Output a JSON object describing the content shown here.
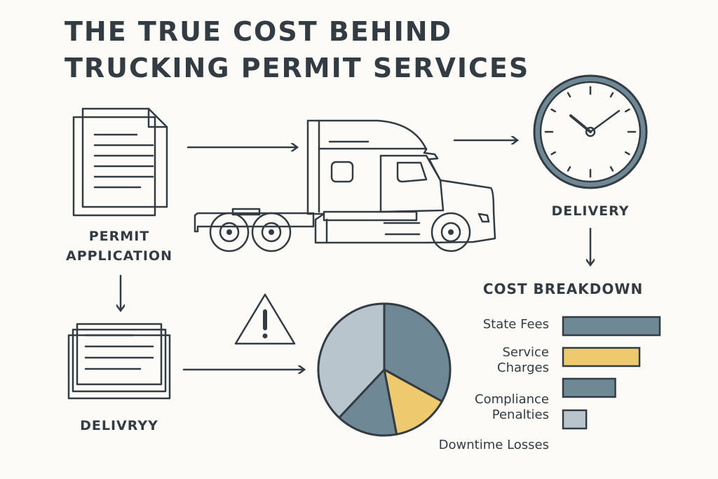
{
  "title": {
    "line1": "THE TRUE COST BEHIND",
    "line2": "TRUCKING PERMIT SERVICES"
  },
  "labels": {
    "permit_line1": "PERMIT",
    "permit_line2": "APPLICATION",
    "delivery_clock": "DELIVERY",
    "delivery_docs": "DELIVRYY",
    "cost_breakdown": "COST BREAKDOWN"
  },
  "colors": {
    "dark": "#323c42",
    "slate": "#6f8896",
    "yellow": "#efc96e",
    "light": "#b9c5cc",
    "truck": "#e6e8e8",
    "bg": "#fcfbf8"
  },
  "chart_data": [
    {
      "type": "pie",
      "title": "",
      "values": [
        33,
        14,
        15,
        38
      ],
      "colors": [
        "#6f8896",
        "#efc96e",
        "#6f8896",
        "#b9c5cc"
      ]
    },
    {
      "type": "bar",
      "title": "COST BREAKDOWN",
      "categories": [
        "State Fees",
        "Service Charges",
        "Compliance Penalties",
        "Downtime Losses"
      ],
      "category_lines": [
        [
          "State Fees"
        ],
        [
          "Service",
          "Charges"
        ],
        [
          "Compliance",
          "Penalties"
        ],
        [
          "Downtime Losses"
        ]
      ],
      "values": [
        100,
        79,
        54,
        24
      ],
      "colors": [
        "#6f8896",
        "#efc96e",
        "#6f8896",
        "#b9c5cc"
      ],
      "xlim": [
        0,
        100
      ]
    }
  ]
}
